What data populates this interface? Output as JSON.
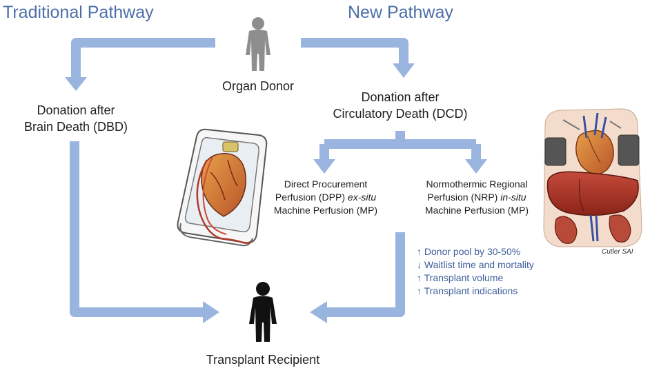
{
  "headers": {
    "traditional": "Traditional Pathway",
    "new": "New Pathway"
  },
  "nodes": {
    "donor": "Organ Donor",
    "dbd_line1": "Donation after",
    "dbd_line2": "Brain Death (DBD)",
    "dcd_line1": "Donation after",
    "dcd_line2": "Circulatory Death (DCD)",
    "dpp_line1": "Direct Procurement",
    "dpp_line2_a": "Perfusion (DPP) ",
    "dpp_line2_b": "ex-situ",
    "dpp_line3": "Machine Perfusion (MP)",
    "nrp_line1": "Normothermic Regional",
    "nrp_line2_a": "Perfusion (NRP) ",
    "nrp_line2_b": "in-situ",
    "nrp_line3": "Machine Perfusion (MP)",
    "recipient": "Transplant Recipient"
  },
  "benefits": [
    "↑ Donor pool by 30-50%",
    "↓ Waitlist time and mortality",
    "↑ Transplant volume",
    "↑ Transplant indications"
  ],
  "signature": "Cutler SAI",
  "colors": {
    "arrow": "#9ab4e0",
    "header": "#4d6fa8",
    "benefit": "#3e5f9c",
    "person_donor": "#8e8e8e",
    "person_recipient": "#111111"
  }
}
